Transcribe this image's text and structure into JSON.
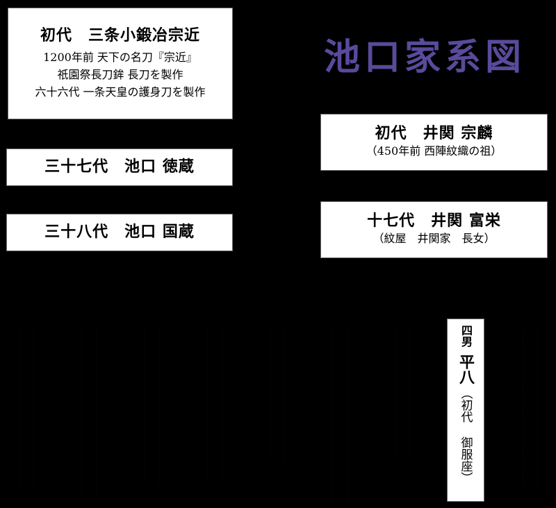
{
  "title": "池口家系図",
  "colors": {
    "background": "#000000",
    "title": "#5a4a9c",
    "box_fill": "#ffffff",
    "box_border": "#6a6a6a"
  },
  "left_lineage": [
    {
      "name": "初代　三条小鍛冶宗近",
      "lines": [
        "1200年前 天下の名刀『宗近』",
        "祇園祭長刀鉾 長刀を製作",
        "六十六代 一条天皇の護身刀を製作"
      ]
    },
    {
      "name": "三十七代　池口 徳蔵"
    },
    {
      "name": "三十八代　池口 国蔵"
    }
  ],
  "right_lineage": [
    {
      "name": "初代　井関 宗麟",
      "note": "（450年前 西陣紋織の祖）"
    },
    {
      "name": "十七代　井関 富栄",
      "note": "（紋屋　井関家　長女）"
    }
  ],
  "children": {
    "visible_card": {
      "role": "四男",
      "name": "平八",
      "note": "（初代 御服座）"
    },
    "faint_columns_count": 8
  }
}
